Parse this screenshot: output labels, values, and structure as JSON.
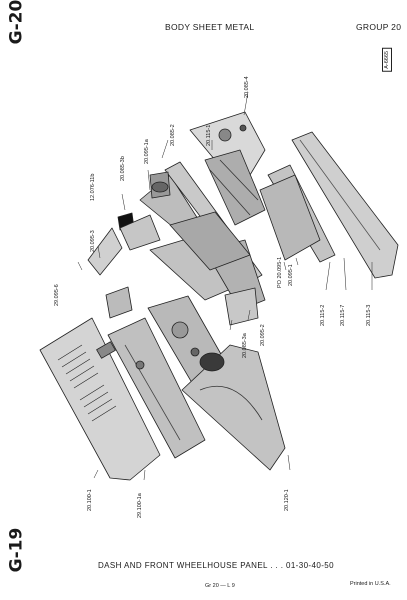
{
  "header": {
    "left_tab": "G-20",
    "title": "BODY SHEET METAL",
    "group": "GROUP 20",
    "drawing_code": "A-6665"
  },
  "callouts": {
    "c1": "20.085-4",
    "c2": "20.115-1",
    "c3": "20.085-2",
    "c4": "20.095-1a",
    "c5": "20.085-3b",
    "c6": "12.076-11b",
    "c7": "20.095-3",
    "c8": "20.095-1",
    "c9": "PO 20.095-1",
    "c10": "29.095-6",
    "c11": "20.085-3a",
    "c12": "20.095-2",
    "c13": "20.115-2",
    "c14": "20.115-7",
    "c15": "20.115-3",
    "c16": "20.100-1",
    "c17": "29.100-1a",
    "c18": "20.120-1"
  },
  "footer": {
    "left_tab": "G-19",
    "title": "DASH AND FRONT WHEELHOUSE PANEL . . . 01-30-40-50",
    "page": "Gr 20 — L 9",
    "printed": "Printed in U.S.A."
  }
}
